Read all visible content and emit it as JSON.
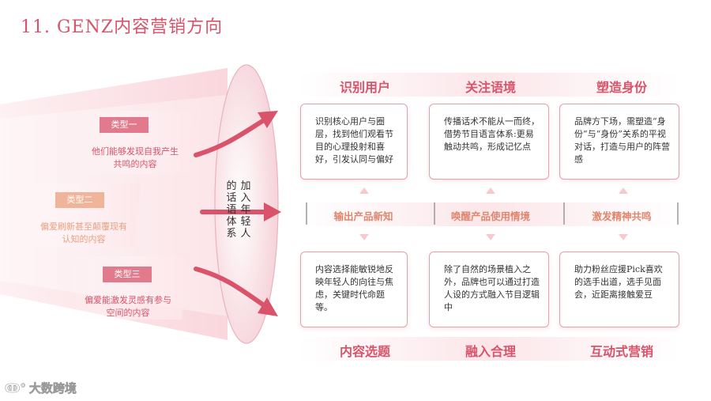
{
  "title": "11. GENZ内容营销方向",
  "types": [
    {
      "tag": "类型一",
      "desc_lines": [
        "他们能够发现自我产生",
        "共鸣的内容"
      ],
      "tag_color": "#e07a8c",
      "text_color": "#d9536a"
    },
    {
      "tag": "类型二",
      "desc_lines": [
        "偏爱刷新甚至颠覆现有",
        "认知的内容"
      ],
      "tag_color": "#f0b49a",
      "text_color": "#e8a080"
    },
    {
      "tag": "类型三",
      "desc_lines": [
        "偏爱能激发灵感有参与",
        "空间的内容"
      ],
      "tag_color": "#e07a8c",
      "text_color": "#d9536a"
    }
  ],
  "funnel_text_columns": [
    "加入年轻人",
    "的话语体系"
  ],
  "columns": [
    {
      "top_heading": "识别用户",
      "top_text": "识别核心用户与圈层，找到他们观看节目的心理投射和喜好，引发认同与偏好",
      "mid_label": "输出产品新知",
      "bottom_text": "内容选择能敏锐地反映年轻人的向往与焦虑，关键时代命题等。",
      "bottom_heading": "内容选题"
    },
    {
      "top_heading": "关注语境",
      "top_text": "传播话术不能从一而终，借势节目语言体系:更易触动共鸣，形成记忆点",
      "mid_label": "唤醒产品使用情境",
      "bottom_text": "除了自然的场景植入之外，品牌也可以通过打造人设的方式融入节目逻辑中",
      "bottom_heading": "融入合理"
    },
    {
      "top_heading": "塑造身份",
      "top_text": "品牌方下场，需塑造“身份”与“身份”关系的平视对话，打造与用户的阵营感",
      "mid_label": "激发精神共鸣",
      "bottom_text": "助力粉丝应援Pick喜欢的选手出道，选手见面会，近距离接触爱豆",
      "bottom_heading": "互动式营销"
    }
  ],
  "logo": {
    "mark": "ↂ°",
    "text": "大数跨境"
  },
  "colors": {
    "accent": "#d9536a",
    "soft": "#e0866e",
    "border": "#e6a0ac"
  }
}
